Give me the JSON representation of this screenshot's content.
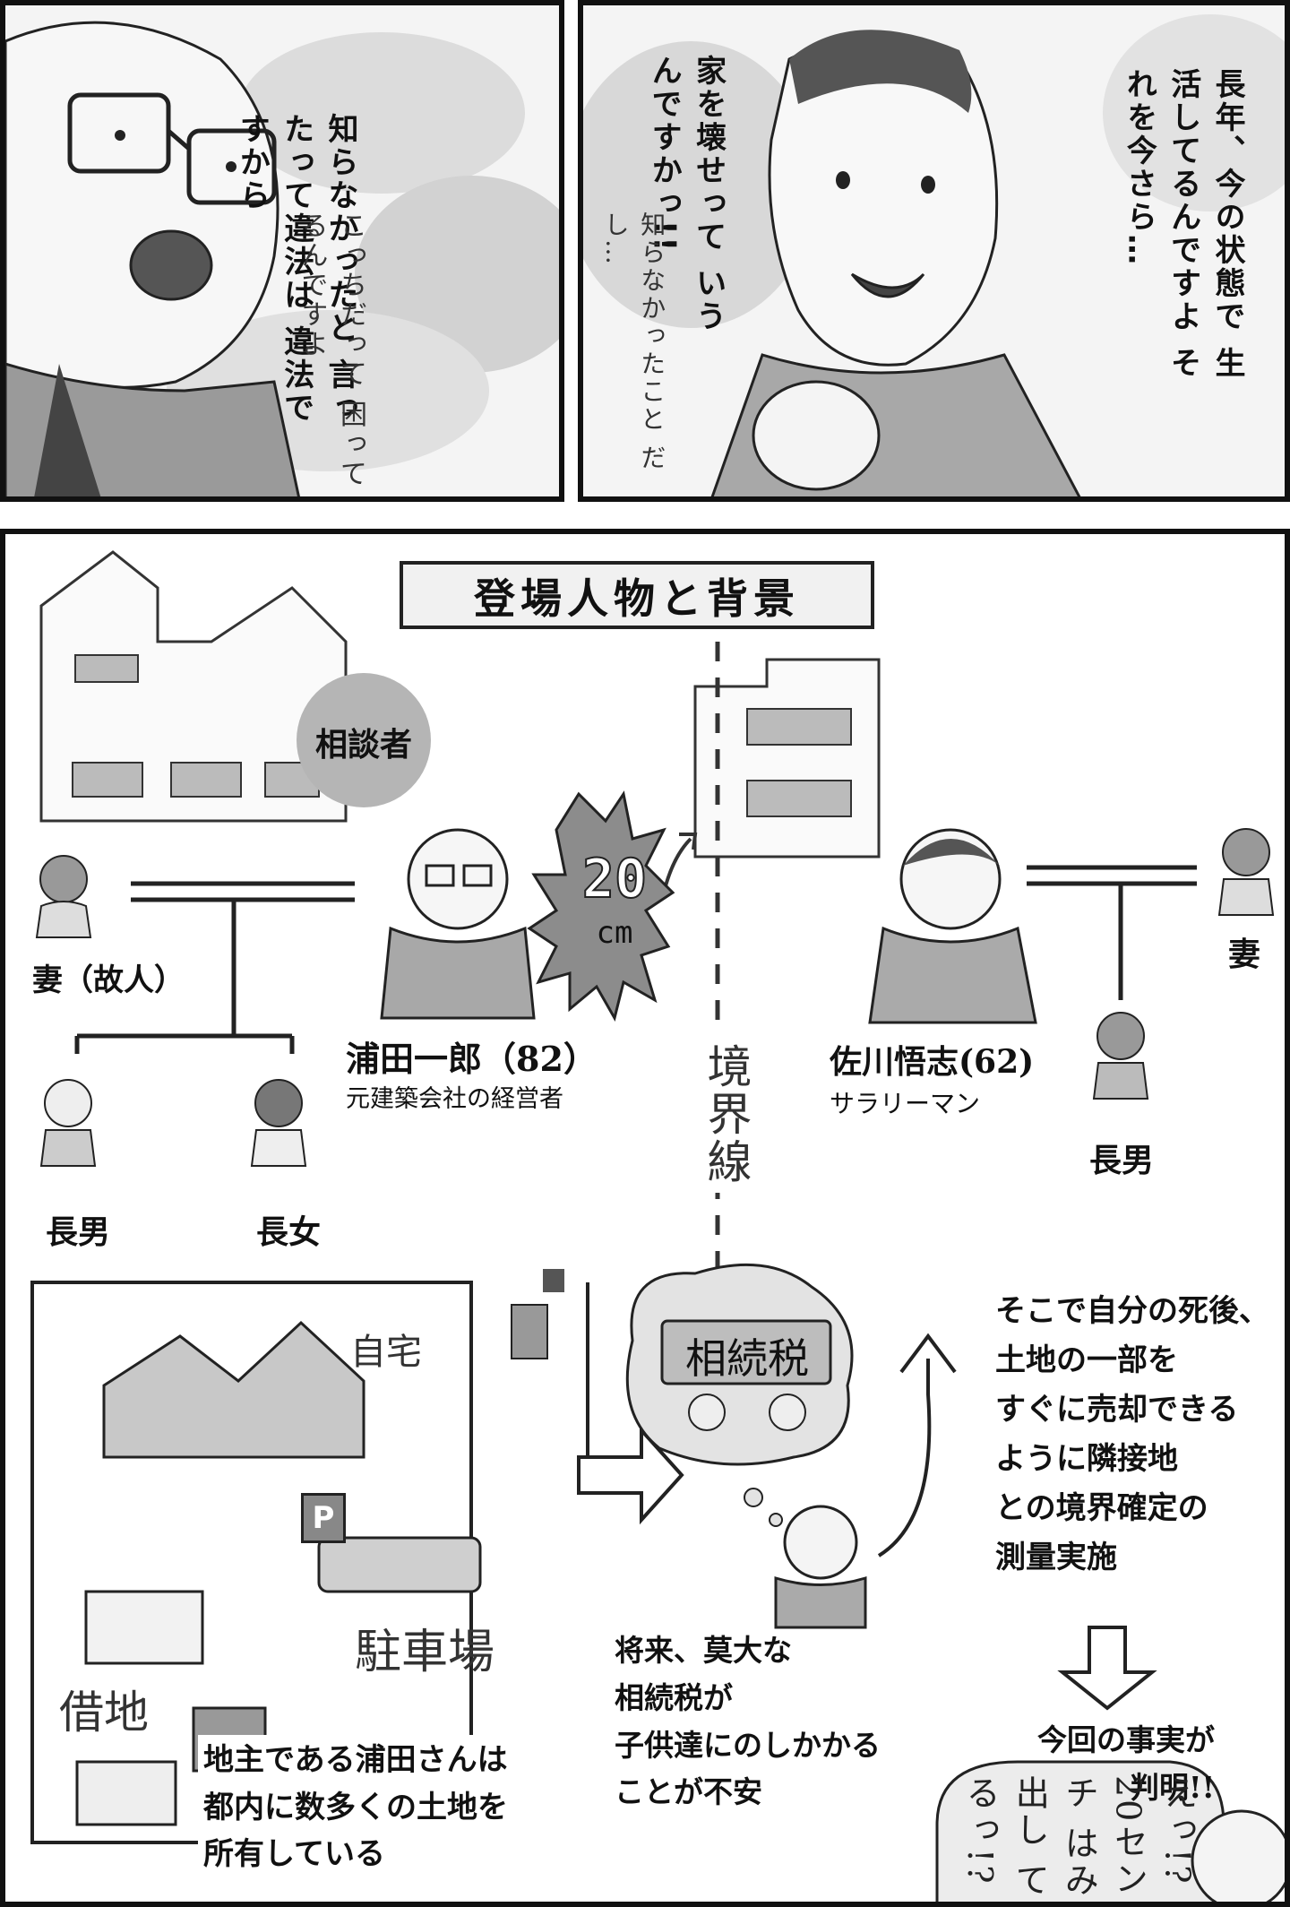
{
  "panel1": {
    "speech": [
      "知らなかったと",
      "言ったって違法は",
      "違法ですから"
    ],
    "aside": [
      "こっちだって",
      "困ってるんですよ"
    ]
  },
  "panel2": {
    "speech1": [
      "長年、今の状態で",
      "生活してるんですよ",
      "それを今さら…"
    ],
    "speech2": [
      "家を壊せって",
      "いうんですかっ!!"
    ],
    "aside": [
      "知らなかったこと",
      "だし…"
    ]
  },
  "diagram": {
    "title": "登場人物と背景",
    "consultant_badge": "相談者",
    "left_family": {
      "wife": "妻（故人）",
      "eldest_son": "長男",
      "eldest_daughter": "長女"
    },
    "urata": {
      "name": "浦田一郎（82）",
      "role": "元建築会社の経営者"
    },
    "encroachment": {
      "value": "20",
      "unit": "cm"
    },
    "boundary": "境界線",
    "sagawa": {
      "name": "佐川悟志(62)",
      "role": "サラリーマン"
    },
    "right_family": {
      "wife": "妻",
      "eldest_son": "長男"
    },
    "assets": {
      "home": "自宅",
      "parking": "駐車場",
      "parking_sign": "P",
      "leased_land": "借地",
      "caption": [
        "地主である浦田さんは",
        "都内に数多くの土地を",
        "所有している"
      ]
    },
    "tax": {
      "sign": "相続税",
      "caption": [
        "将来、莫大な",
        "相続税が",
        "子供達にのしかかる",
        "ことが不安"
      ]
    },
    "action": [
      "そこで自分の死後、",
      "土地の一部を",
      "すぐに売却できる",
      "ように隣接地",
      "との境界確定の",
      "測量実施"
    ],
    "result": [
      "今回の事実が",
      "判明!!"
    ],
    "exclaim": [
      "えっ!?",
      "20センチ",
      "はみ出し",
      "てるっ!?"
    ]
  }
}
